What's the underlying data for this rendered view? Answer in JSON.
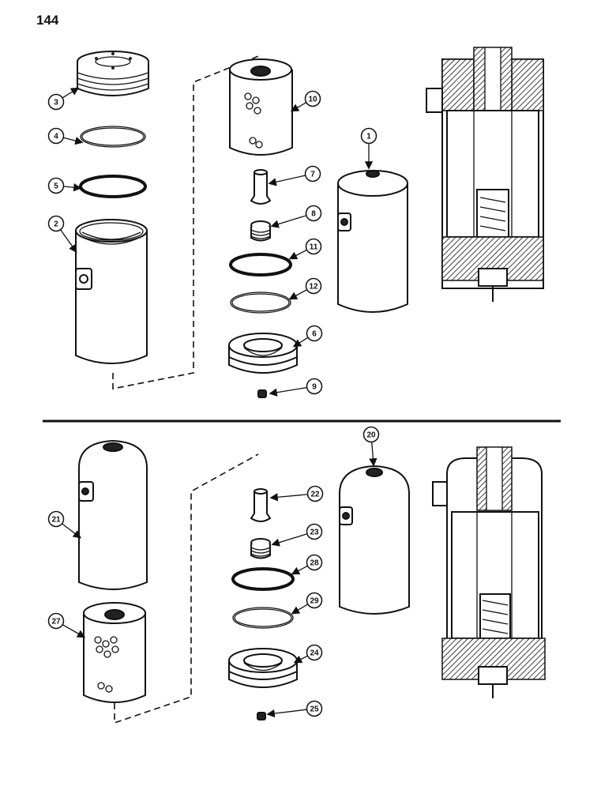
{
  "page": {
    "number": "144"
  },
  "callouts": [
    "1",
    "2",
    "3",
    "4",
    "5",
    "6",
    "7",
    "8",
    "9",
    "10",
    "11",
    "12",
    "20",
    "21",
    "22",
    "23",
    "24",
    "25",
    "27",
    "28",
    "29"
  ],
  "colors": {
    "ink": "#111111",
    "paper": "#ffffff"
  }
}
